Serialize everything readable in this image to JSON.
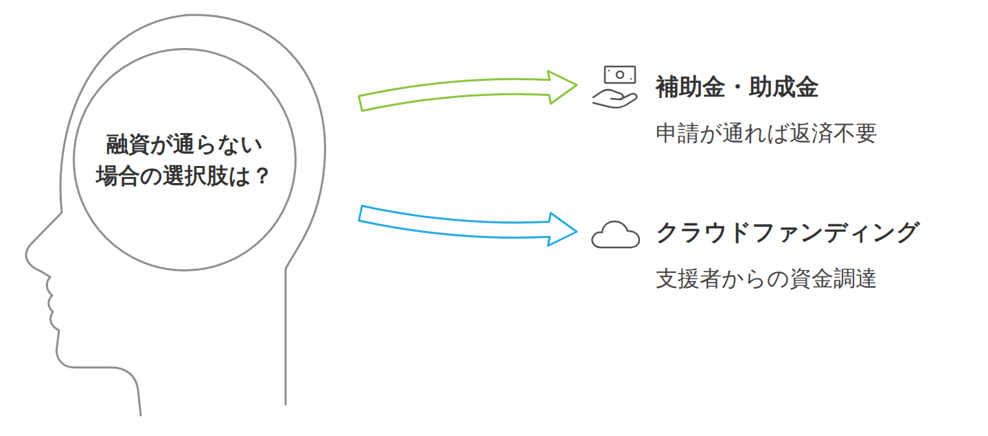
{
  "diagram": {
    "nodes": [
      {
        "text": [
          "融資が通らない 場合の選択肢は？"
        ]
      },
      {
        "text": [
          "補助金・助成金",
          "申請が通れば返済不要"
        ]
      },
      {
        "text": [
          "クラウドファンディング",
          "支援者からの資金調達"
        ]
      }
    ],
    "edges": [
      {
        "from": 0,
        "to": 1,
        "arrow": "to"
      },
      {
        "from": 0,
        "to": 2,
        "arrow": "to"
      }
    ]
  }
}
